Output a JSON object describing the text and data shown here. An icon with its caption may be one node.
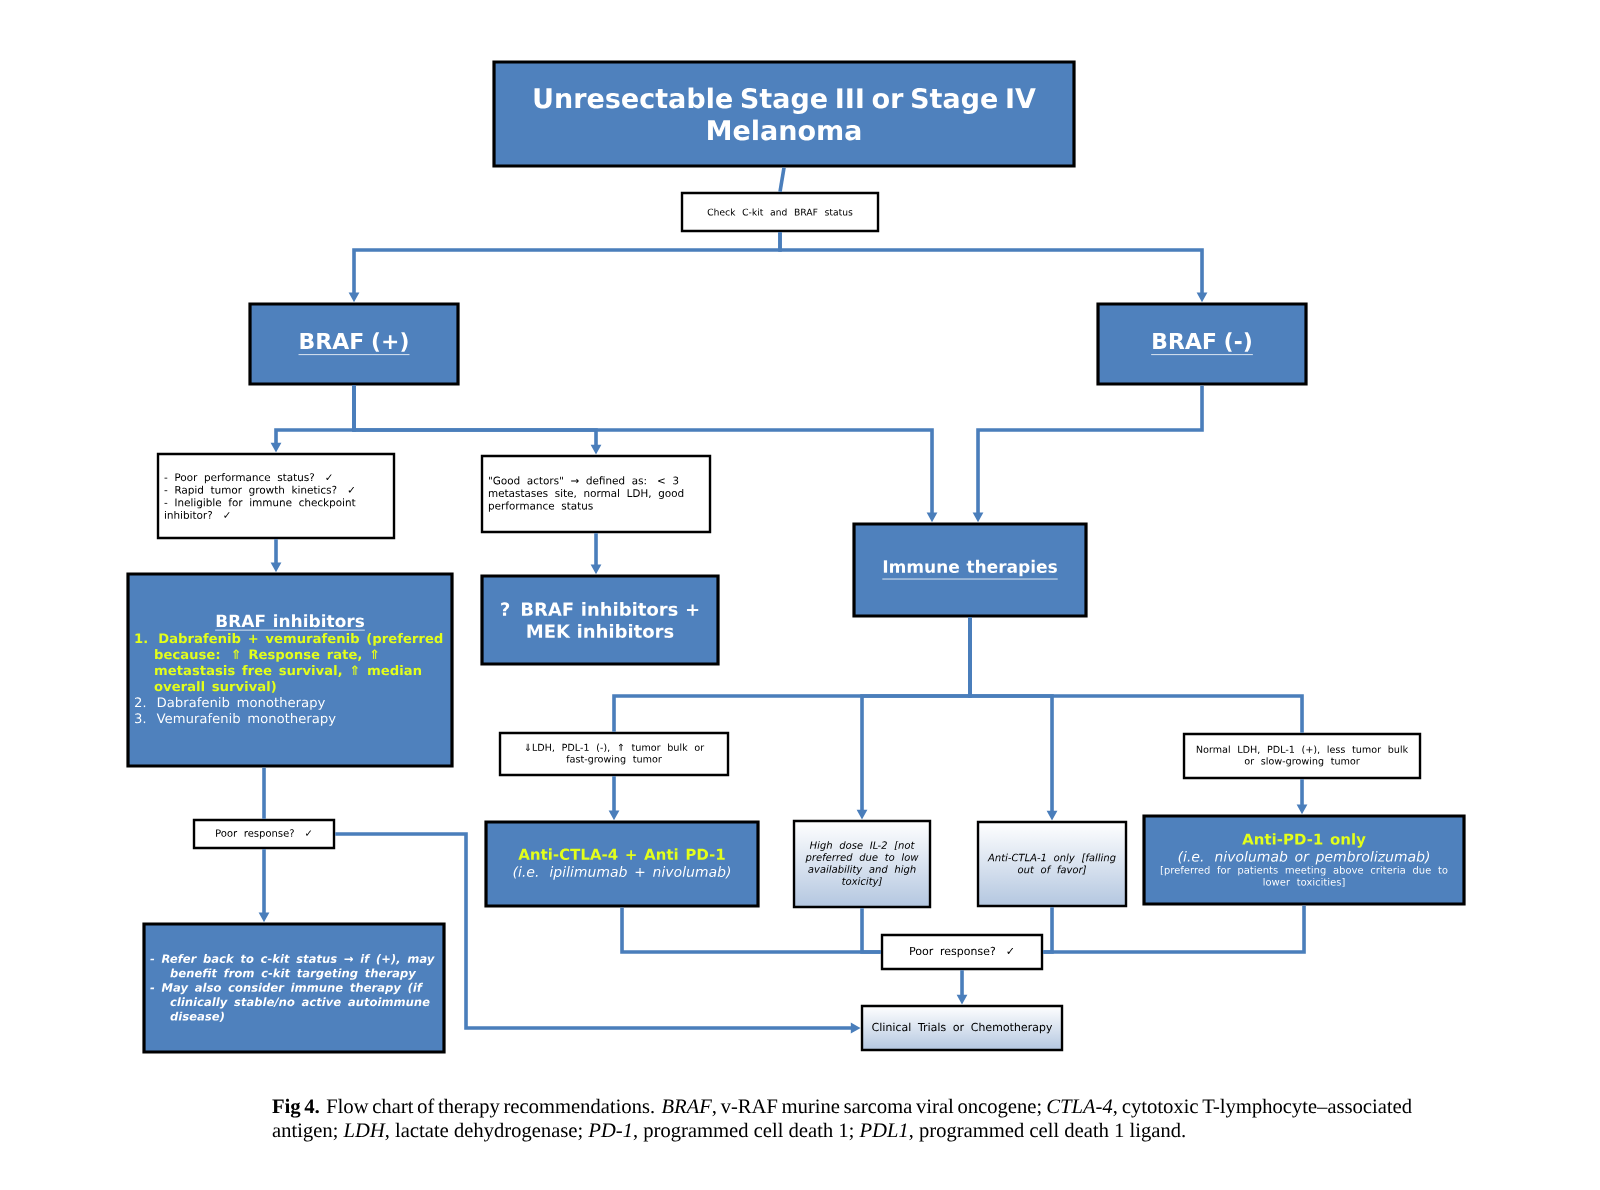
{
  "diagram": {
    "nodes": [
      {
        "text": [
          "Unresectable Stage III or Stage IV Melanoma"
        ]
      },
      {
        "text": [
          "Check C-kit and BRAF status"
        ]
      },
      {
        "text": [
          "BRAF (+)"
        ]
      },
      {
        "text": [
          "BRAF (-)"
        ]
      },
      {
        "text": [
          "- Poor performance status? ✓",
          "- Rapid tumor growth kinetics? ✓",
          "- Ineligible for immune checkpoint inhibitor? ✓"
        ]
      },
      {
        "text": [
          "\"Good actors\" → defined as: < 3 metastases site, normal LDH, good performance status"
        ]
      },
      {
        "text": [
          "BRAF inhibitors",
          "1. Dabrafenib + vemurafenib (preferred because: ⇑ Response rate, ⇑ metastasis free survival, ⇑ median overall survival)",
          "2. Dabrafenib monotherapy",
          "3. Vemurafenib monotherapy"
        ]
      },
      {
        "text": [
          "? BRAF inhibitors + MEK inhibitors"
        ]
      },
      {
        "text": [
          "Immune therapies"
        ]
      },
      {
        "text": [
          "⇓LDH, PDL-1 (-), ⇑ tumor bulk or fast-growing tumor"
        ]
      },
      {
        "text": [
          "Normal LDH, PDL-1 (+), less tumor bulk or slow-growing tumor"
        ]
      },
      {
        "text": [
          "Anti-CTLA-4 + Anti PD-1",
          "(i.e. ipilimumab + nivolumab)"
        ]
      },
      {
        "text": [
          "High dose IL-2 [not preferred due to low availability and high toxicity]"
        ]
      },
      {
        "text": [
          "Anti-CTLA-1 only [falling out of favor]"
        ]
      },
      {
        "text": [
          "Anti-PD-1 only",
          "(i.e. nivolumab or pembrolizumab)",
          "[preferred for patients meeting above criteria due to lower toxicities]"
        ]
      },
      {
        "text": [
          "Poor response? ✓"
        ]
      },
      {
        "text": [
          "- Refer back to c-kit status → if (+), may benefit from c-kit targeting therapy",
          "- May also consider immune therapy (if clinically stable/no active autoimmune disease)"
        ]
      },
      {
        "text": [
          "Poor response? ✓"
        ]
      },
      {
        "text": [
          "Clinical Trials or Chemotherapy"
        ]
      }
    ],
    "edges": [
      {
        "from": 0,
        "to": 1,
        "arrow": "none"
      },
      {
        "from": 1,
        "to": 2,
        "arrow": "to"
      },
      {
        "from": 1,
        "to": 3,
        "arrow": "to"
      },
      {
        "from": 2,
        "to": 4,
        "arrow": "to"
      },
      {
        "from": 2,
        "to": 5,
        "arrow": "to"
      },
      {
        "from": 2,
        "to": 8,
        "arrow": "to"
      },
      {
        "from": 3,
        "to": 8,
        "arrow": "to"
      },
      {
        "from": 4,
        "to": 6,
        "arrow": "to"
      },
      {
        "from": 5,
        "to": 7,
        "arrow": "to"
      },
      {
        "from": 6,
        "to": 15,
        "arrow": "none"
      },
      {
        "from": 15,
        "to": 16,
        "arrow": "to"
      },
      {
        "from": 15,
        "to": 18,
        "arrow": "to"
      },
      {
        "from": 8,
        "to": 9,
        "arrow": "none"
      },
      {
        "from": 8,
        "to": 12,
        "arrow": "to"
      },
      {
        "from": 8,
        "to": 13,
        "arrow": "to"
      },
      {
        "from": 8,
        "to": 10,
        "arrow": "none"
      },
      {
        "from": 9,
        "to": 11,
        "arrow": "to"
      },
      {
        "from": 10,
        "to": 14,
        "arrow": "to"
      },
      {
        "from": 11,
        "to": 17,
        "arrow": "none"
      },
      {
        "from": 12,
        "to": 17,
        "arrow": "none"
      },
      {
        "from": 13,
        "to": 17,
        "arrow": "none"
      },
      {
        "from": 14,
        "to": 17,
        "arrow": "none"
      },
      {
        "from": 17,
        "to": 18,
        "arrow": "to"
      }
    ],
    "caption": "**Fig 4.** Flow chart of therapy recommendations. *BRAF*, v-RAF murine sarcoma viral oncogene; *CTLA-4*, cytotoxic T-lymphocyte–associated antigen; *LDH*, lactate dehydrogenase; *PD-1*, programmed cell death 1; *PDL1*, programmed cell death 1 ligand."
  }
}
